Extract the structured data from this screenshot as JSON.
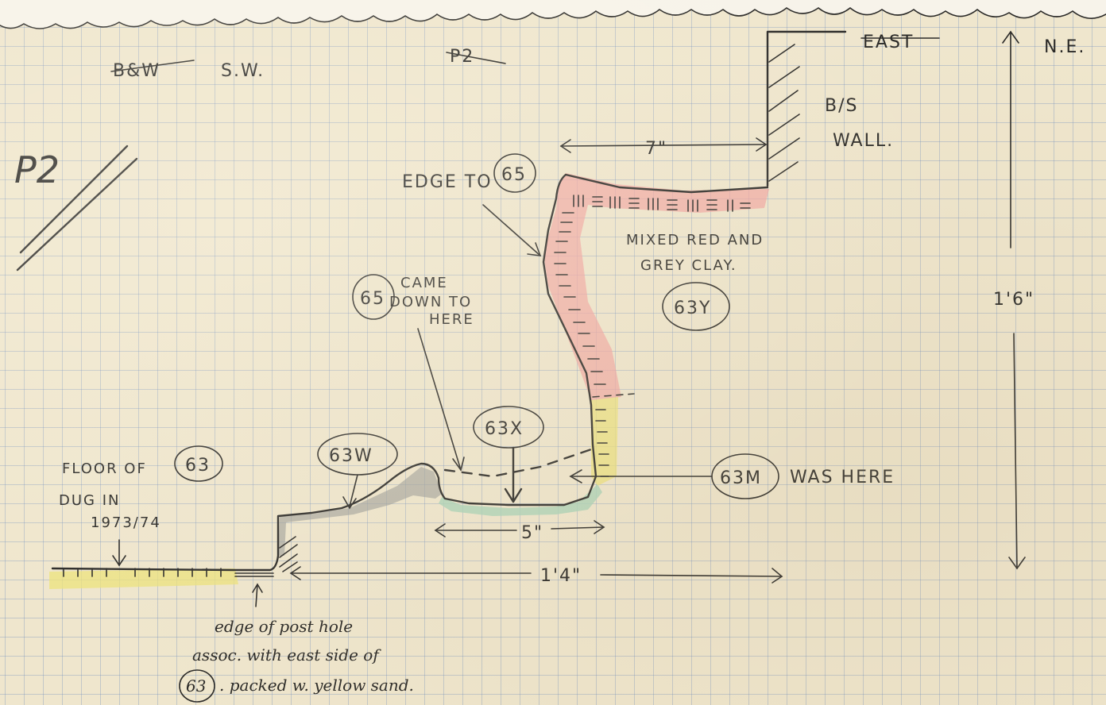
{
  "labels": {
    "sw_struck": "B&W",
    "sw": "S.W.",
    "struck_mid": "P2",
    "ne_struck": "EAST",
    "ne": "N.E.",
    "plan_id": "P2",
    "bs_wall_1": "B/S",
    "bs_wall_2": "WALL.",
    "dim_7": "7\"",
    "edge_to": "EDGE TO",
    "ctx_65": "65",
    "clay_1": "MIXED RED AND",
    "clay_2": "GREY CLAY.",
    "ctx_63y": "63Y",
    "dim_1_6": "1'6\"",
    "came_1": "CAME",
    "came_2": "DOWN TO",
    "came_3": "HERE",
    "ctx_63x": "63X",
    "ctx_63w": "63W",
    "ctx_63m": "63M",
    "was_here": "WAS HERE",
    "floor_of": "FLOOR OF",
    "ctx_63": "63",
    "dug_1": "DUG IN",
    "dug_2": "1973/74",
    "dim_5": "5\"",
    "dim_1_4": "1'4\"",
    "note_1": "edge of post hole",
    "note_2": "assoc. with east side of",
    "note_3": ". packed w. yellow sand."
  },
  "colors": {
    "ink": "#2b2a28",
    "red_clay": "#f2a3a0",
    "yellow_sand": "#ece27a",
    "grey_clay": "#9ea09a",
    "green_floor": "#a9d3b8"
  }
}
